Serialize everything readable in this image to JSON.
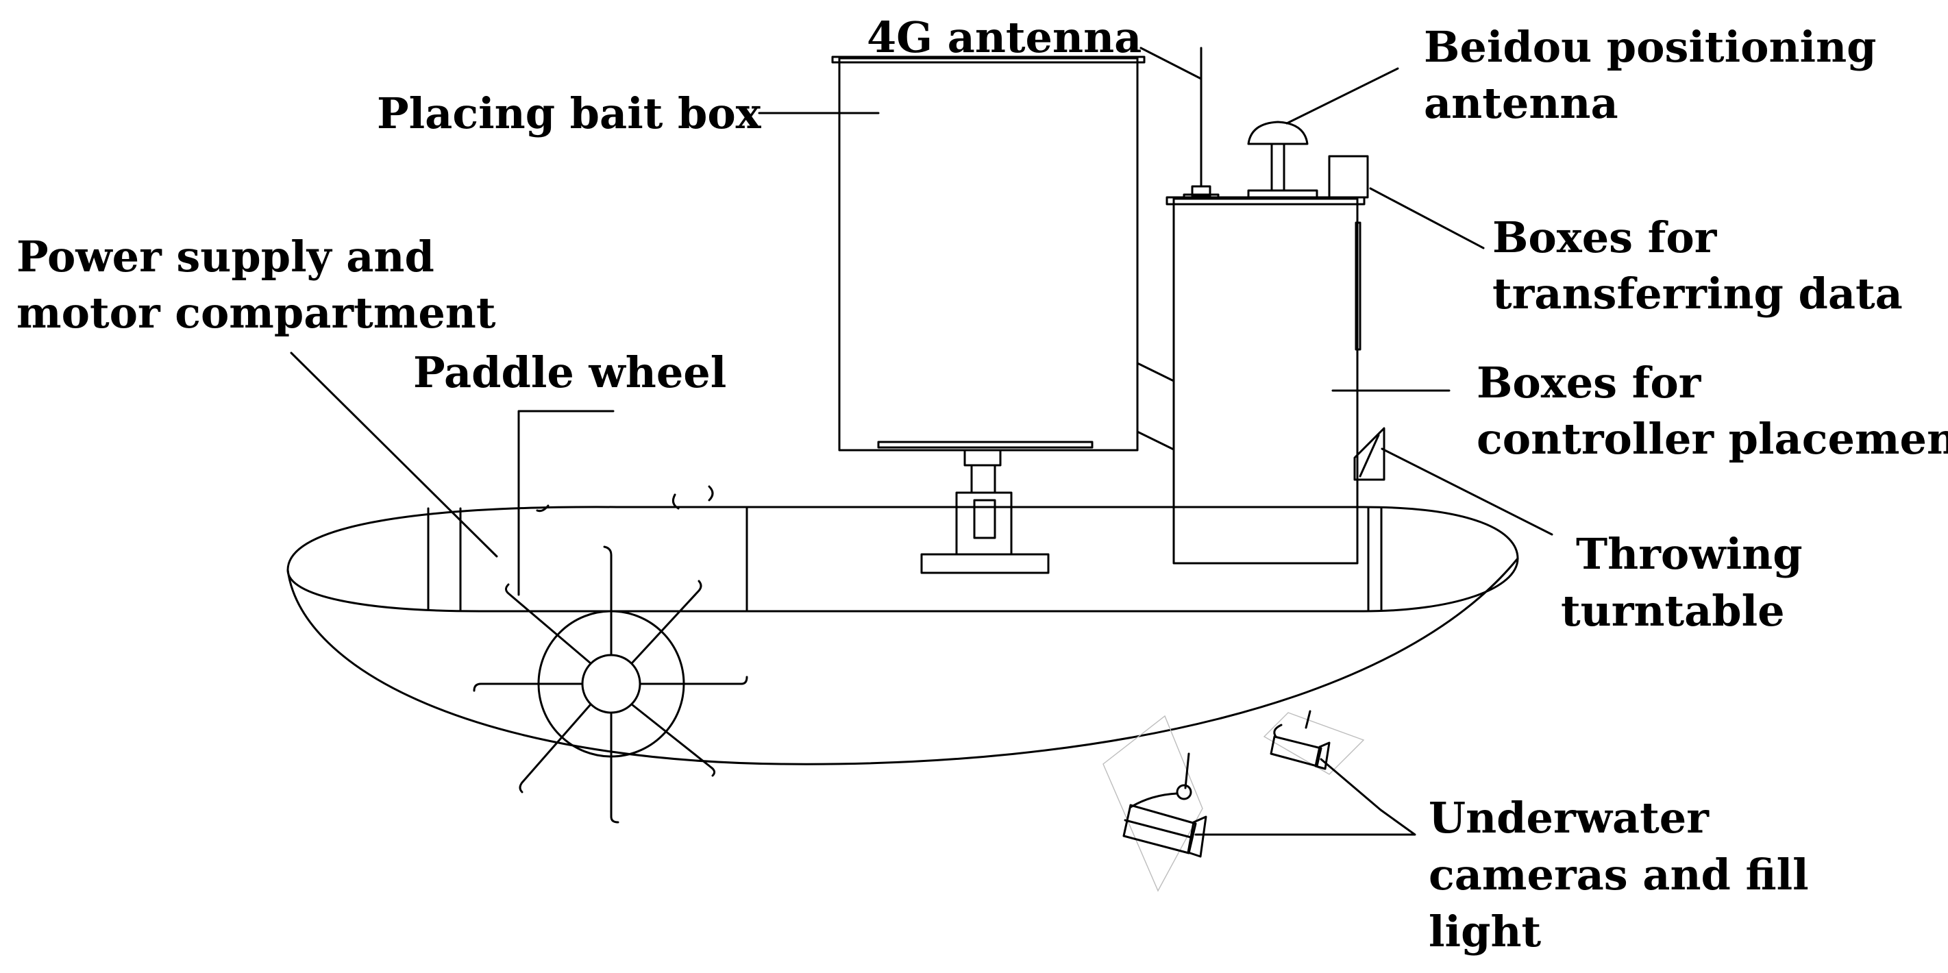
{
  "labels": {
    "antenna_4g": "4G antenna",
    "bait_box": "Placing bait box",
    "beidou_line1": "Beidou positioning",
    "beidou_line2": "antenna",
    "power_line1": "Power supply and",
    "power_line2": "motor compartment",
    "paddle": "Paddle wheel",
    "transfer_line1": "Boxes for",
    "transfer_line2": "transferring data",
    "controller_line1": "Boxes for",
    "controller_line2": "controller placement",
    "throwing_line1": "Throwing",
    "throwing_line2": "turntable",
    "cameras_line1": "Underwater",
    "cameras_line2": "cameras and fill",
    "cameras_line3": "light"
  },
  "colors": {
    "stroke": "#000000",
    "background": "#ffffff"
  }
}
